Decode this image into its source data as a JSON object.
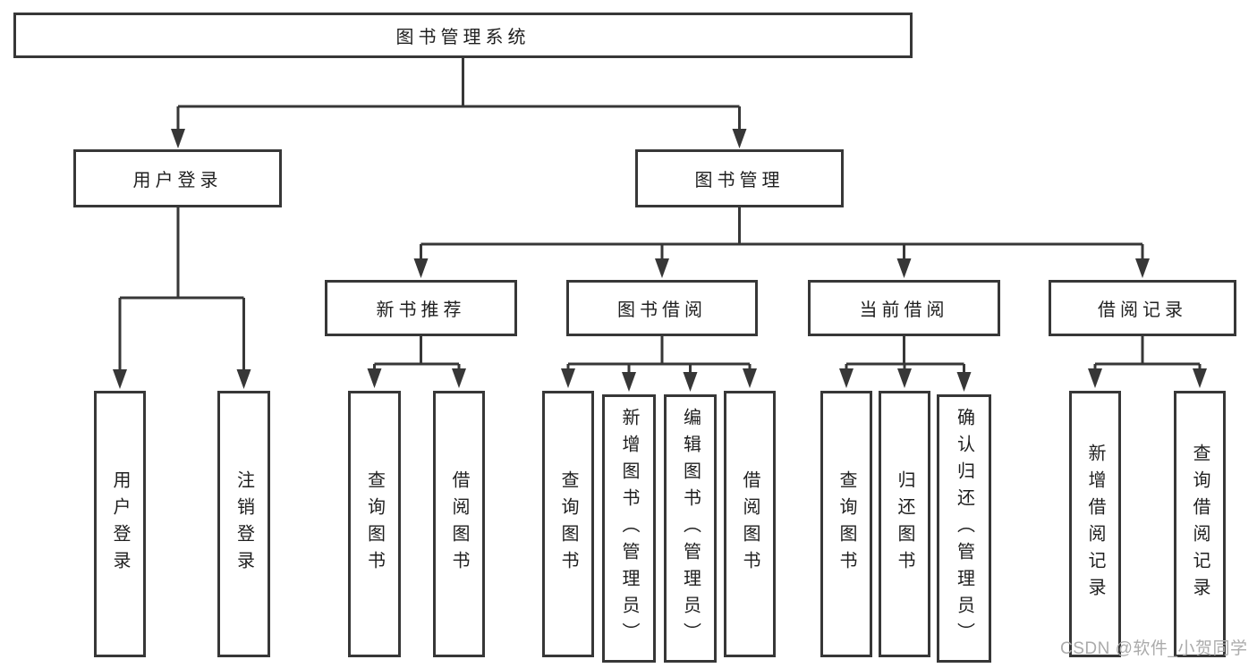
{
  "colors": {
    "line": "#373737",
    "text": "#1f1f1f",
    "watermark": "#ababab"
  },
  "watermark": "CSDN @软件_小贺同学",
  "tree": {
    "root": {
      "label": "图书管理系统"
    },
    "branches": [
      {
        "label": "用户登录",
        "children": [
          {
            "label": "用户登录"
          },
          {
            "label": "注销登录"
          }
        ]
      },
      {
        "label": "图书管理",
        "children": [
          {
            "label": "新书推荐",
            "children": [
              {
                "label": "查询图书"
              },
              {
                "label": "借阅图书"
              }
            ]
          },
          {
            "label": "图书借阅",
            "children": [
              {
                "label": "查询图书"
              },
              {
                "label": "新增图书（管理员）"
              },
              {
                "label": "编辑图书（管理员）"
              },
              {
                "label": "借阅图书"
              }
            ]
          },
          {
            "label": "当前借阅",
            "children": [
              {
                "label": "查询图书"
              },
              {
                "label": "归还图书"
              },
              {
                "label": "确认归还（管理员）"
              }
            ]
          },
          {
            "label": "借阅记录",
            "children": [
              {
                "label": "新增借阅记录"
              },
              {
                "label": "查询借阅记录"
              }
            ]
          }
        ]
      }
    ]
  }
}
